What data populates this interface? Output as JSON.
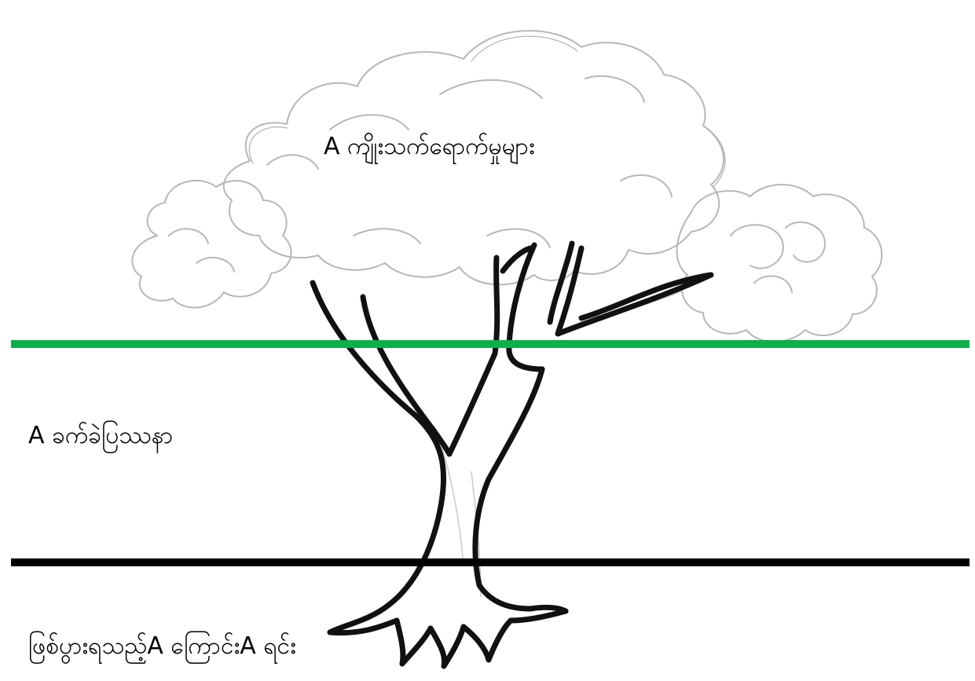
{
  "diagram": {
    "effects_label": "A ကျိုးသက်ရောက်မှုများ",
    "problem_label": "A ခက်ခဲပြဿနာ",
    "causes_label": "ဖြစ်ပွားရသည့်A ကြောင်းA ရင်း"
  },
  "colors": {
    "effects_divider": "#0bb04a",
    "causes_divider": "#000000",
    "crown_sketch": "#b7b7b7",
    "trunk_outline": "#111111"
  },
  "icons": {
    "illustration": "tree-icon"
  }
}
